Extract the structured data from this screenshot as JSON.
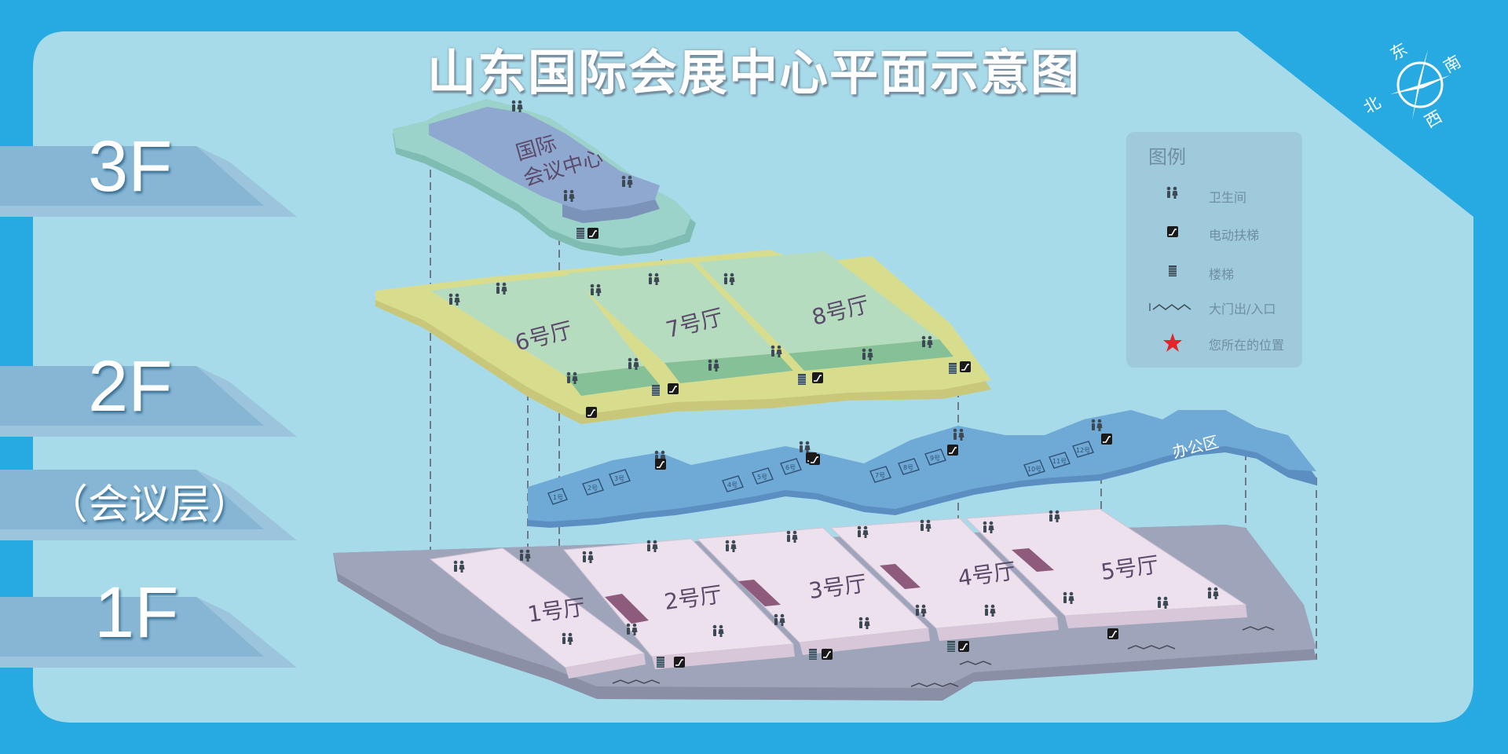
{
  "title": "山东国际会展中心平面示意图",
  "floors": {
    "f3": "3F",
    "f2": "2F",
    "f2_sub": "（会议层）",
    "f1": "1F"
  },
  "compass": {
    "east": "东",
    "south": "南",
    "north": "北",
    "west": "西"
  },
  "legend": {
    "title": "图例",
    "items": [
      {
        "icon": "restroom-icon",
        "label": "卫生间"
      },
      {
        "icon": "escalator-icon",
        "label": "电动扶梯"
      },
      {
        "icon": "stairs-icon",
        "label": "楼梯"
      },
      {
        "icon": "entrance-icon",
        "label": "大门出/入口"
      },
      {
        "icon": "you-are-here-star-icon",
        "label": "您所在的位置"
      }
    ]
  },
  "level3": {
    "name_line1": "国际",
    "name_line2": "会议中心"
  },
  "level2_halls": [
    "6号厅",
    "7号厅",
    "8号厅"
  ],
  "mezzanine": {
    "office": "办公区",
    "rooms": [
      "1号",
      "2号",
      "3号",
      "4号",
      "5号",
      "6号",
      "7号",
      "8号",
      "9号",
      "10号",
      "11号",
      "12号"
    ]
  },
  "level1_halls": [
    "1号厅",
    "2号厅",
    "3号厅",
    "4号厅",
    "5号厅"
  ],
  "colors": {
    "background_outer": "#27aae1",
    "background_inner": "#a8dbe9",
    "level3_base": "#9bd2c9",
    "level3_roof": "#8ea8d0",
    "level2_base": "#d8dd8e",
    "level2_halls": "#b6dcc0",
    "mezzanine": "#6faad6",
    "level1_base": "#9ea5bb",
    "level1_halls": "#ece1ec",
    "you_are_here": "#e0262b"
  }
}
